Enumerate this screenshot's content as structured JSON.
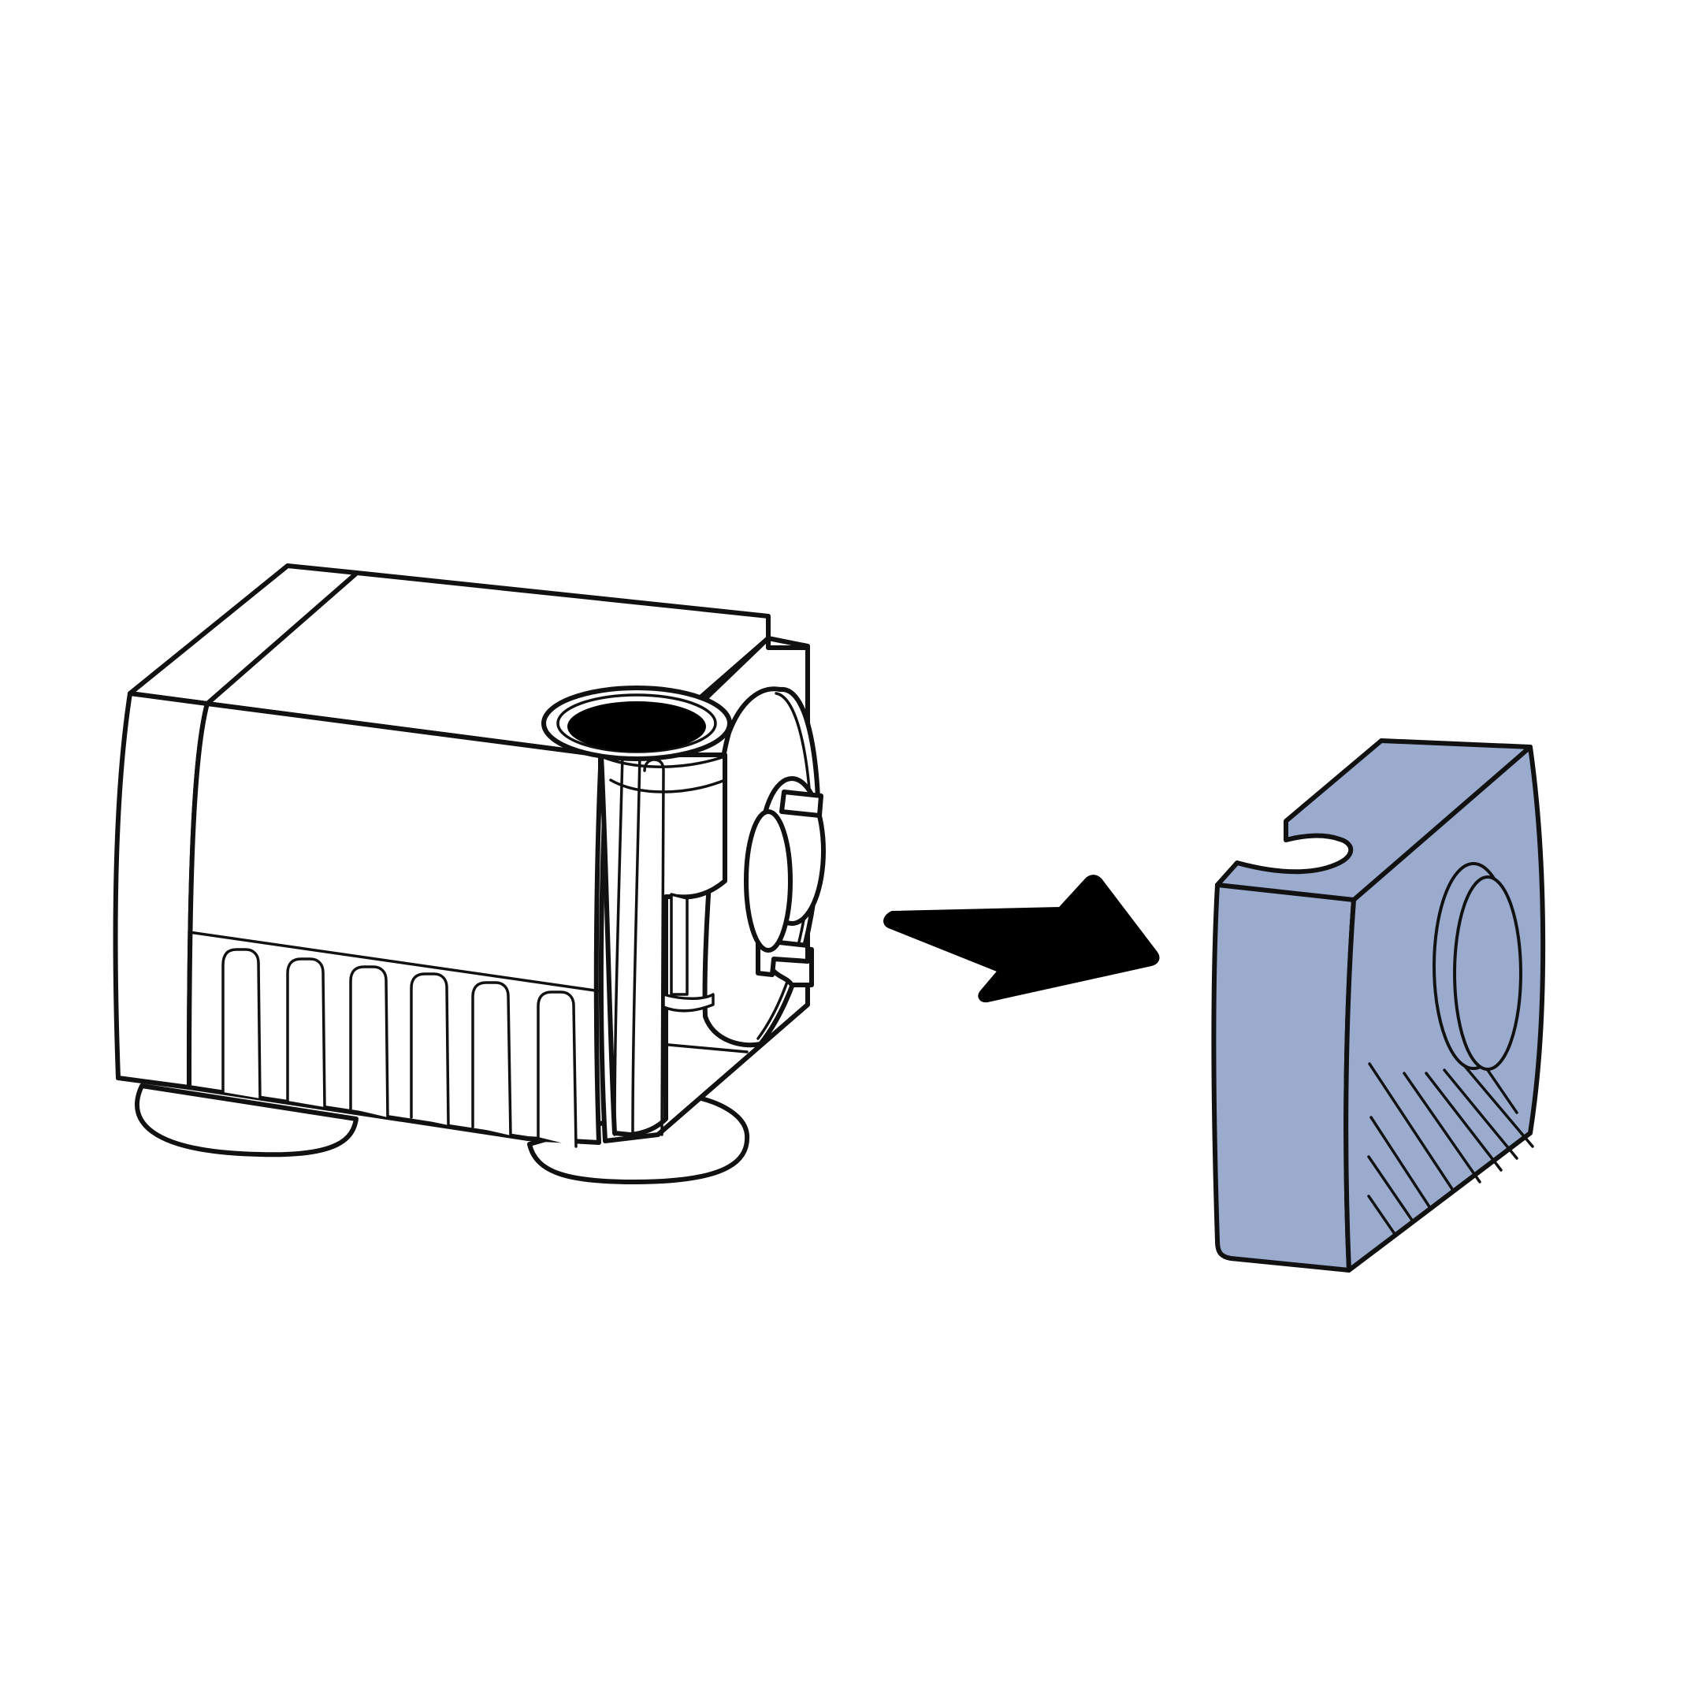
{
  "diagram": {
    "background": "#ffffff",
    "outline_color": "#111111",
    "filter_fill": "#9aabce",
    "arrow_fill": "#000000",
    "items": [
      {
        "id": "pump",
        "icon": "water-pump-icon"
      },
      {
        "id": "arrow",
        "icon": "arrow-right-icon"
      },
      {
        "id": "filter",
        "icon": "sponge-filter-icon"
      }
    ]
  }
}
